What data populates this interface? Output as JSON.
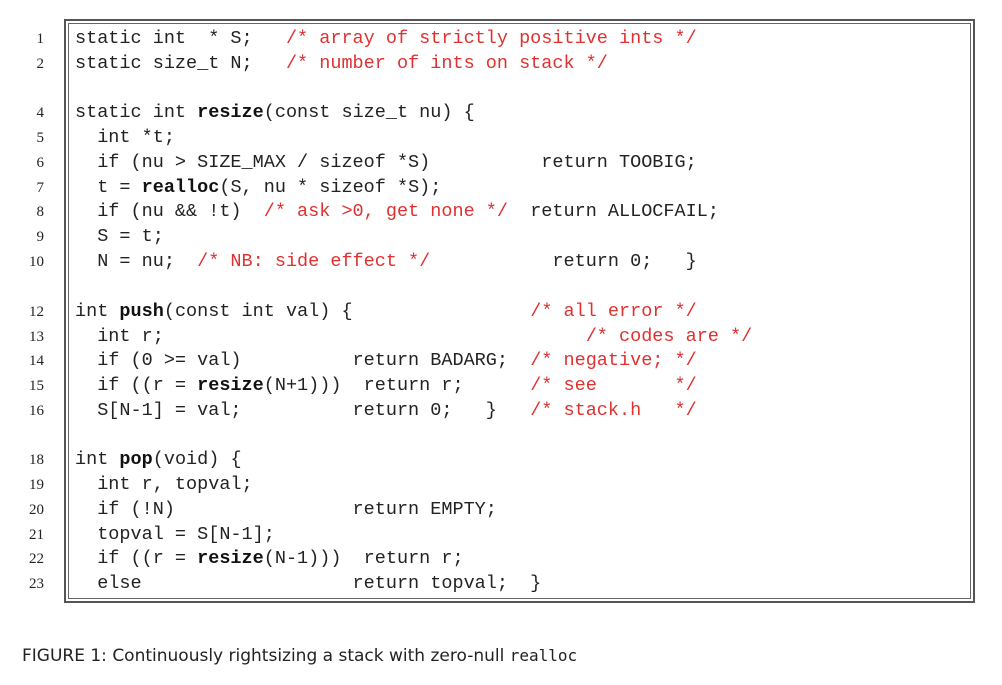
{
  "figure": {
    "caption_prefix": "FIGURE 1: Continuously rightsizing a stack with zero-null ",
    "caption_code": "realloc"
  },
  "lines": [
    {
      "num": "1",
      "segments": [
        {
          "t": "static int  * S;   ",
          "s": "n"
        },
        {
          "t": "/* array of strictly positive ints */",
          "s": "c"
        }
      ]
    },
    {
      "num": "2",
      "segments": [
        {
          "t": "static size_t N;   ",
          "s": "n"
        },
        {
          "t": "/* number of ints on stack */",
          "s": "c"
        }
      ]
    },
    {
      "num": "4",
      "segments": [
        {
          "t": "static int ",
          "s": "n"
        },
        {
          "t": "resize",
          "s": "b"
        },
        {
          "t": "(const size_t nu) {",
          "s": "n"
        }
      ]
    },
    {
      "num": "5",
      "segments": [
        {
          "t": "  int *t;",
          "s": "n"
        }
      ]
    },
    {
      "num": "6",
      "segments": [
        {
          "t": "  if (nu > SIZE_MAX / sizeof *S)          return TOOBIG;",
          "s": "n"
        }
      ]
    },
    {
      "num": "7",
      "segments": [
        {
          "t": "  t = ",
          "s": "n"
        },
        {
          "t": "realloc",
          "s": "b"
        },
        {
          "t": "(S, nu * sizeof *S);",
          "s": "n"
        }
      ]
    },
    {
      "num": "8",
      "segments": [
        {
          "t": "  if (nu && !t)  ",
          "s": "n"
        },
        {
          "t": "/* ask >0, get none */",
          "s": "c"
        },
        {
          "t": "  return ALLOCFAIL;",
          "s": "n"
        }
      ]
    },
    {
      "num": "9",
      "segments": [
        {
          "t": "  S = t;",
          "s": "n"
        }
      ]
    },
    {
      "num": "10",
      "segments": [
        {
          "t": "  N = nu;  ",
          "s": "n"
        },
        {
          "t": "/* NB: side effect */",
          "s": "c"
        },
        {
          "t": "           return 0;   }",
          "s": "n"
        }
      ]
    },
    {
      "num": "12",
      "segments": [
        {
          "t": "int ",
          "s": "n"
        },
        {
          "t": "push",
          "s": "b"
        },
        {
          "t": "(const int val) {                ",
          "s": "n"
        },
        {
          "t": "/* all error */",
          "s": "c"
        }
      ]
    },
    {
      "num": "13",
      "segments": [
        {
          "t": "  int r;                                      ",
          "s": "n"
        },
        {
          "t": "/* codes are */",
          "s": "c"
        }
      ]
    },
    {
      "num": "14",
      "segments": [
        {
          "t": "  if (0 >= val)          return BADARG;  ",
          "s": "n"
        },
        {
          "t": "/* negative; */",
          "s": "c"
        }
      ]
    },
    {
      "num": "15",
      "segments": [
        {
          "t": "  if ((r = ",
          "s": "n"
        },
        {
          "t": "resize",
          "s": "b"
        },
        {
          "t": "(N+1)))  return r;      ",
          "s": "n"
        },
        {
          "t": "/* see       */",
          "s": "c"
        }
      ]
    },
    {
      "num": "16",
      "segments": [
        {
          "t": "  S[N-1] = val;          return 0;   }   ",
          "s": "n"
        },
        {
          "t": "/* stack.h   */",
          "s": "c"
        }
      ]
    },
    {
      "num": "18",
      "segments": [
        {
          "t": "int ",
          "s": "n"
        },
        {
          "t": "pop",
          "s": "b"
        },
        {
          "t": "(void) {",
          "s": "n"
        }
      ]
    },
    {
      "num": "19",
      "segments": [
        {
          "t": "  int r, topval;",
          "s": "n"
        }
      ]
    },
    {
      "num": "20",
      "segments": [
        {
          "t": "  if (!N)                return EMPTY;",
          "s": "n"
        }
      ]
    },
    {
      "num": "21",
      "segments": [
        {
          "t": "  topval = S[N-1];",
          "s": "n"
        }
      ]
    },
    {
      "num": "22",
      "segments": [
        {
          "t": "  if ((r = ",
          "s": "n"
        },
        {
          "t": "resize",
          "s": "b"
        },
        {
          "t": "(N-1)))  return r;",
          "s": "n"
        }
      ]
    },
    {
      "num": "23",
      "segments": [
        {
          "t": "  else                   return topval;  }",
          "s": "n"
        }
      ]
    }
  ]
}
